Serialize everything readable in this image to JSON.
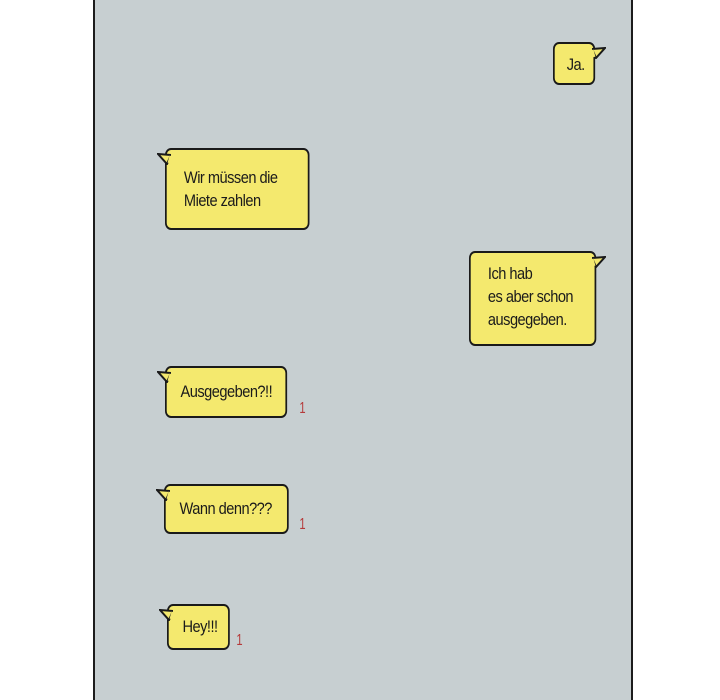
{
  "messages": [
    {
      "id": "m1",
      "side": "right",
      "lines": [
        "Ja."
      ]
    },
    {
      "id": "m2",
      "side": "left",
      "lines": [
        "Wir müssen die",
        "Miete zahlen"
      ]
    },
    {
      "id": "m3",
      "side": "right",
      "lines": [
        "Ich hab",
        "es aber schon",
        "ausgegeben."
      ]
    },
    {
      "id": "m4",
      "side": "left",
      "lines": [
        "Ausgegeben?!!"
      ],
      "unread": "1"
    },
    {
      "id": "m5",
      "side": "left",
      "lines": [
        "Wann denn???"
      ],
      "unread": "1"
    },
    {
      "id": "m6",
      "side": "left",
      "lines": [
        "Hey!!!"
      ],
      "unread": "1"
    }
  ],
  "colors": {
    "panel_bg": "#c7cfd1",
    "bubble_fill": "#f4e96e",
    "outline": "#1a1a1a",
    "unread_count": "#b53a3a"
  }
}
